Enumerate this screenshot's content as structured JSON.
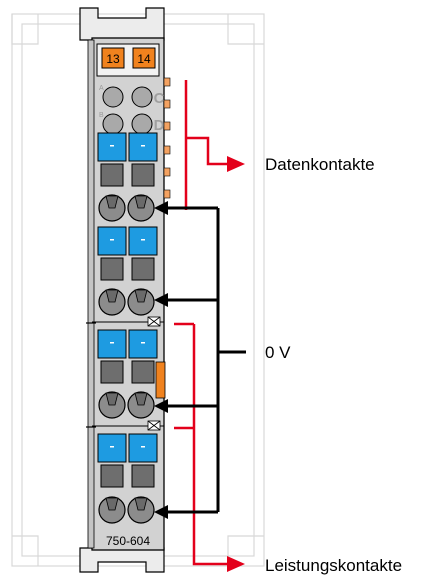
{
  "labels": {
    "data_contacts": "Datenkontakte",
    "zero_volt": "0 V",
    "power_contacts": "Leistungskontakte"
  },
  "module": {
    "model": "750-604",
    "leds": [
      "13",
      "14"
    ],
    "slot_letters": [
      "C",
      "D"
    ],
    "small_letters": [
      "A",
      "B"
    ]
  },
  "colors": {
    "module_body": "#d2d2d2",
    "rail": "#e3e3e3",
    "led_orange": "#f0821e",
    "wire_blue": "#1e9be1",
    "release_gray": "#6e6e6e",
    "screw_gray": "#8c8c8c",
    "pointer_red": "#e3001b",
    "pointer_black": "#000000",
    "contact_orange": "#f4a261"
  }
}
